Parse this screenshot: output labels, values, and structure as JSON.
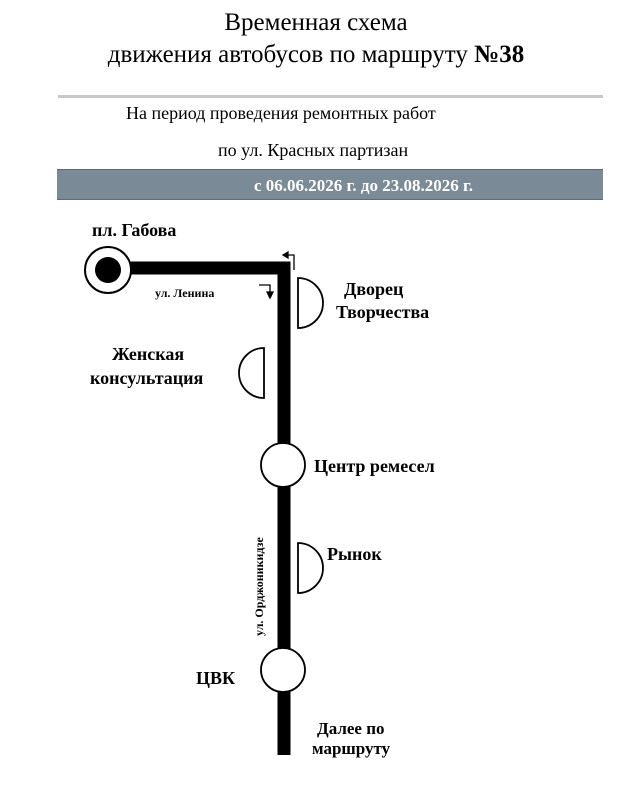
{
  "header": {
    "title_line1": "Временная схема",
    "title_line2_prefix": "движения автобусов по маршруту ",
    "route_number": "№38",
    "subtitle_line1": "На период проведения ремонтных работ",
    "subtitle_line2": "по ул. Красных партизан",
    "period": "с  06.06.2026 г. до 23.08.2026 г."
  },
  "stops": {
    "terminal": "пл. Габова",
    "dvorets_line1": "Дворец",
    "dvorets_line2": "Творчества",
    "zhenskaya_line1": "Женская",
    "zhenskaya_line2": "консультация",
    "tsentr": "Центр ремесел",
    "rynok": "Рынок",
    "tsvk": "ЦВК"
  },
  "streets": {
    "lenina": "ул. Ленина",
    "ordzhonikidze": "ул. Орджоникидзе"
  },
  "continuation": {
    "line1": "Далее по",
    "line2": "маршруту"
  },
  "colors": {
    "route": "#000000",
    "period_bar": "#7a8a96",
    "rule": "#c8c8c8"
  }
}
